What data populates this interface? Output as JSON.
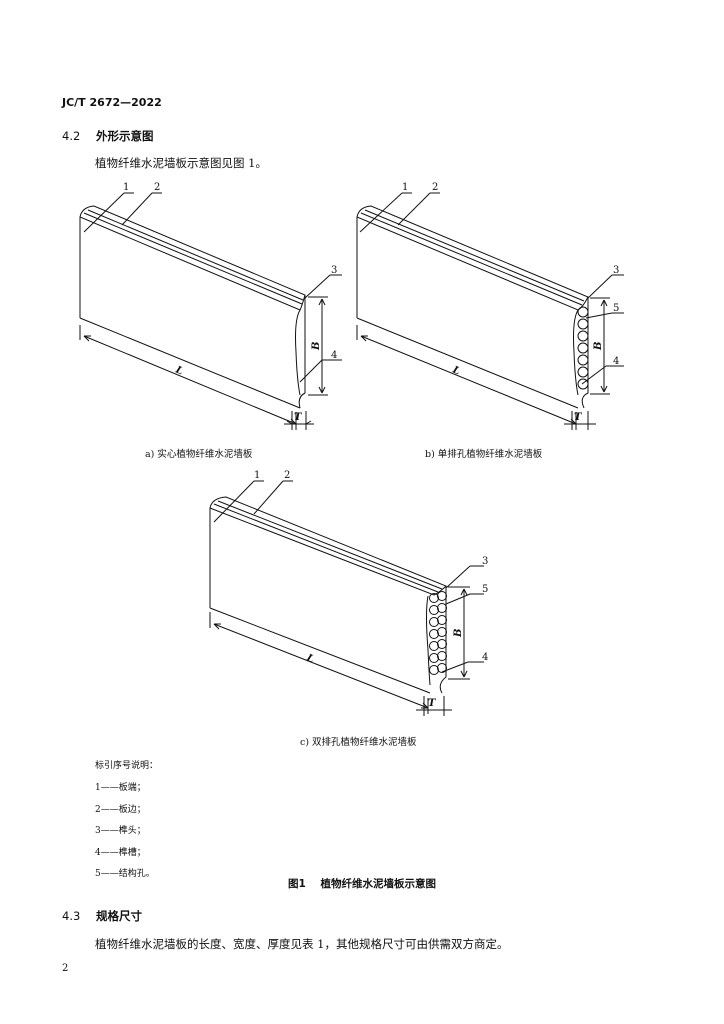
{
  "header": {
    "code": "JC/T 2672—2022"
  },
  "section_4_2": {
    "number": "4.2",
    "title": "外形示意图",
    "text": "植物纤维水泥墙板示意图见图 1。"
  },
  "figure": {
    "panel_a_caption": "a) 实心植物纤维水泥墙板",
    "panel_b_caption": "b)  单排孔植物纤维水泥墙板",
    "panel_c_caption": "c)  双排孔植物纤维水泥墙板",
    "dim_L": "L",
    "dim_B": "B",
    "dim_T": "T",
    "callouts": [
      "1",
      "2",
      "3",
      "4",
      "5"
    ],
    "legend_title": "标引序号说明：",
    "legend": [
      "1——板端；",
      "2——板边；",
      "3——榫头；",
      "4——榫槽；",
      "5——结构孔。"
    ],
    "title": "图1    植物纤维水泥墙板示意图"
  },
  "section_4_3": {
    "number": "4.3",
    "title": "规格尺寸",
    "text": "植物纤维水泥墙板的长度、宽度、厚度见表 1，其他规格尺寸可由供需双方商定。"
  },
  "footer": {
    "page_number": "2"
  }
}
